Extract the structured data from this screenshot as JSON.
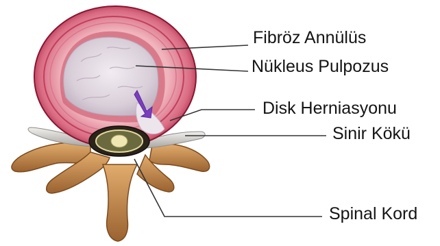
{
  "labels": {
    "annulus": "Fibröz Annülüs",
    "nucleus": "Nükleus Pulpozus",
    "herniation": "Disk Herniasyonu",
    "nerve_root": "Sinir Kökü",
    "spinal_cord": "Spinal Kord"
  },
  "colors": {
    "annulus_outer": "#a8203e",
    "annulus_ring": "#e6a1aa",
    "annulus_inner": "#c64a62",
    "nucleus": "#ddd4dd",
    "herniation_arrow": "#7a3fbf",
    "bone": "#c78a4e",
    "bone_dark": "#8f5a2a",
    "nerve": "#c9c7c4",
    "leader_line": "#333333"
  }
}
